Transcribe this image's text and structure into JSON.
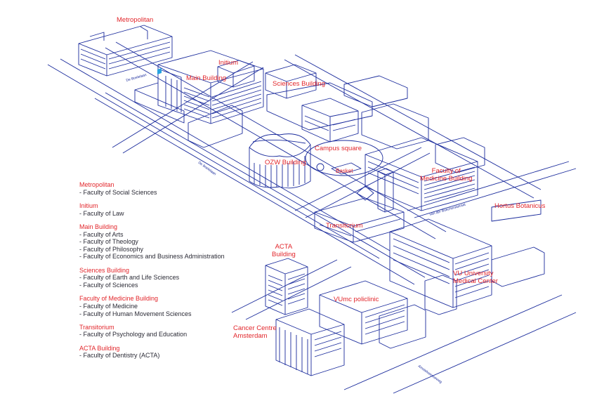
{
  "colors": {
    "line": "#1a2b9c",
    "label": "#e2262b",
    "legend_text": "#2a2a35",
    "accent": "#29a3e0"
  },
  "map": {
    "labels": {
      "metropolitan": "Metropolitan",
      "initium": "Initium",
      "main_building": "Main Building",
      "sciences_building": "Sciences Building",
      "campus_square": "Campus square",
      "ozw_building": "OZW Building",
      "basket": "Basket",
      "faculty_of_medicine_building_1": "Faculty of",
      "faculty_of_medicine_building_2": "Medicine Building",
      "hortus_botanicus": "Hortus Botanicus",
      "transitorium": "Transitorium",
      "acta_building_1": "ACTA",
      "acta_building_2": "Building",
      "vu_university_medical_center_1": "VU University",
      "vu_university_medical_center_2": "Medical Center",
      "vumc_policlinic": "VUmc policlinic",
      "cancer_centre_amsterdam_1": "Cancer Centre",
      "cancer_centre_amsterdam_2": "Amsterdam"
    },
    "streets": {
      "boelelaan_north": "De Boelelaan",
      "boelelaan_west": "De Boelelaan",
      "buuschenstraat": "van der Boechorststraat",
      "amstelveenseweg": "Amstelveenseweg"
    }
  },
  "legend": [
    {
      "heading": "Metropolitan",
      "items": [
        "- Faculty of Social Sciences"
      ]
    },
    {
      "heading": "Initium",
      "items": [
        "- Faculty of Law"
      ]
    },
    {
      "heading": "Main Building",
      "items": [
        "- Faculty of Arts",
        "- Faculty of Theology",
        "- Faculty of Philosophy",
        "- Faculty of Economics and Business Administration"
      ]
    },
    {
      "heading": "Sciences Building",
      "items": [
        "- Faculty of Earth and Life Sciences",
        "- Faculty of Sciences"
      ]
    },
    {
      "heading": "Faculty of Medicine Building",
      "items": [
        "- Faculty of Medicine",
        "- Faculty of Human Movement Sciences"
      ]
    },
    {
      "heading": "Transitorium",
      "items": [
        "- Faculty of Psychology and Education"
      ]
    },
    {
      "heading": "ACTA Building",
      "items": [
        "- Faculty of Dentistry (ACTA)"
      ]
    }
  ]
}
